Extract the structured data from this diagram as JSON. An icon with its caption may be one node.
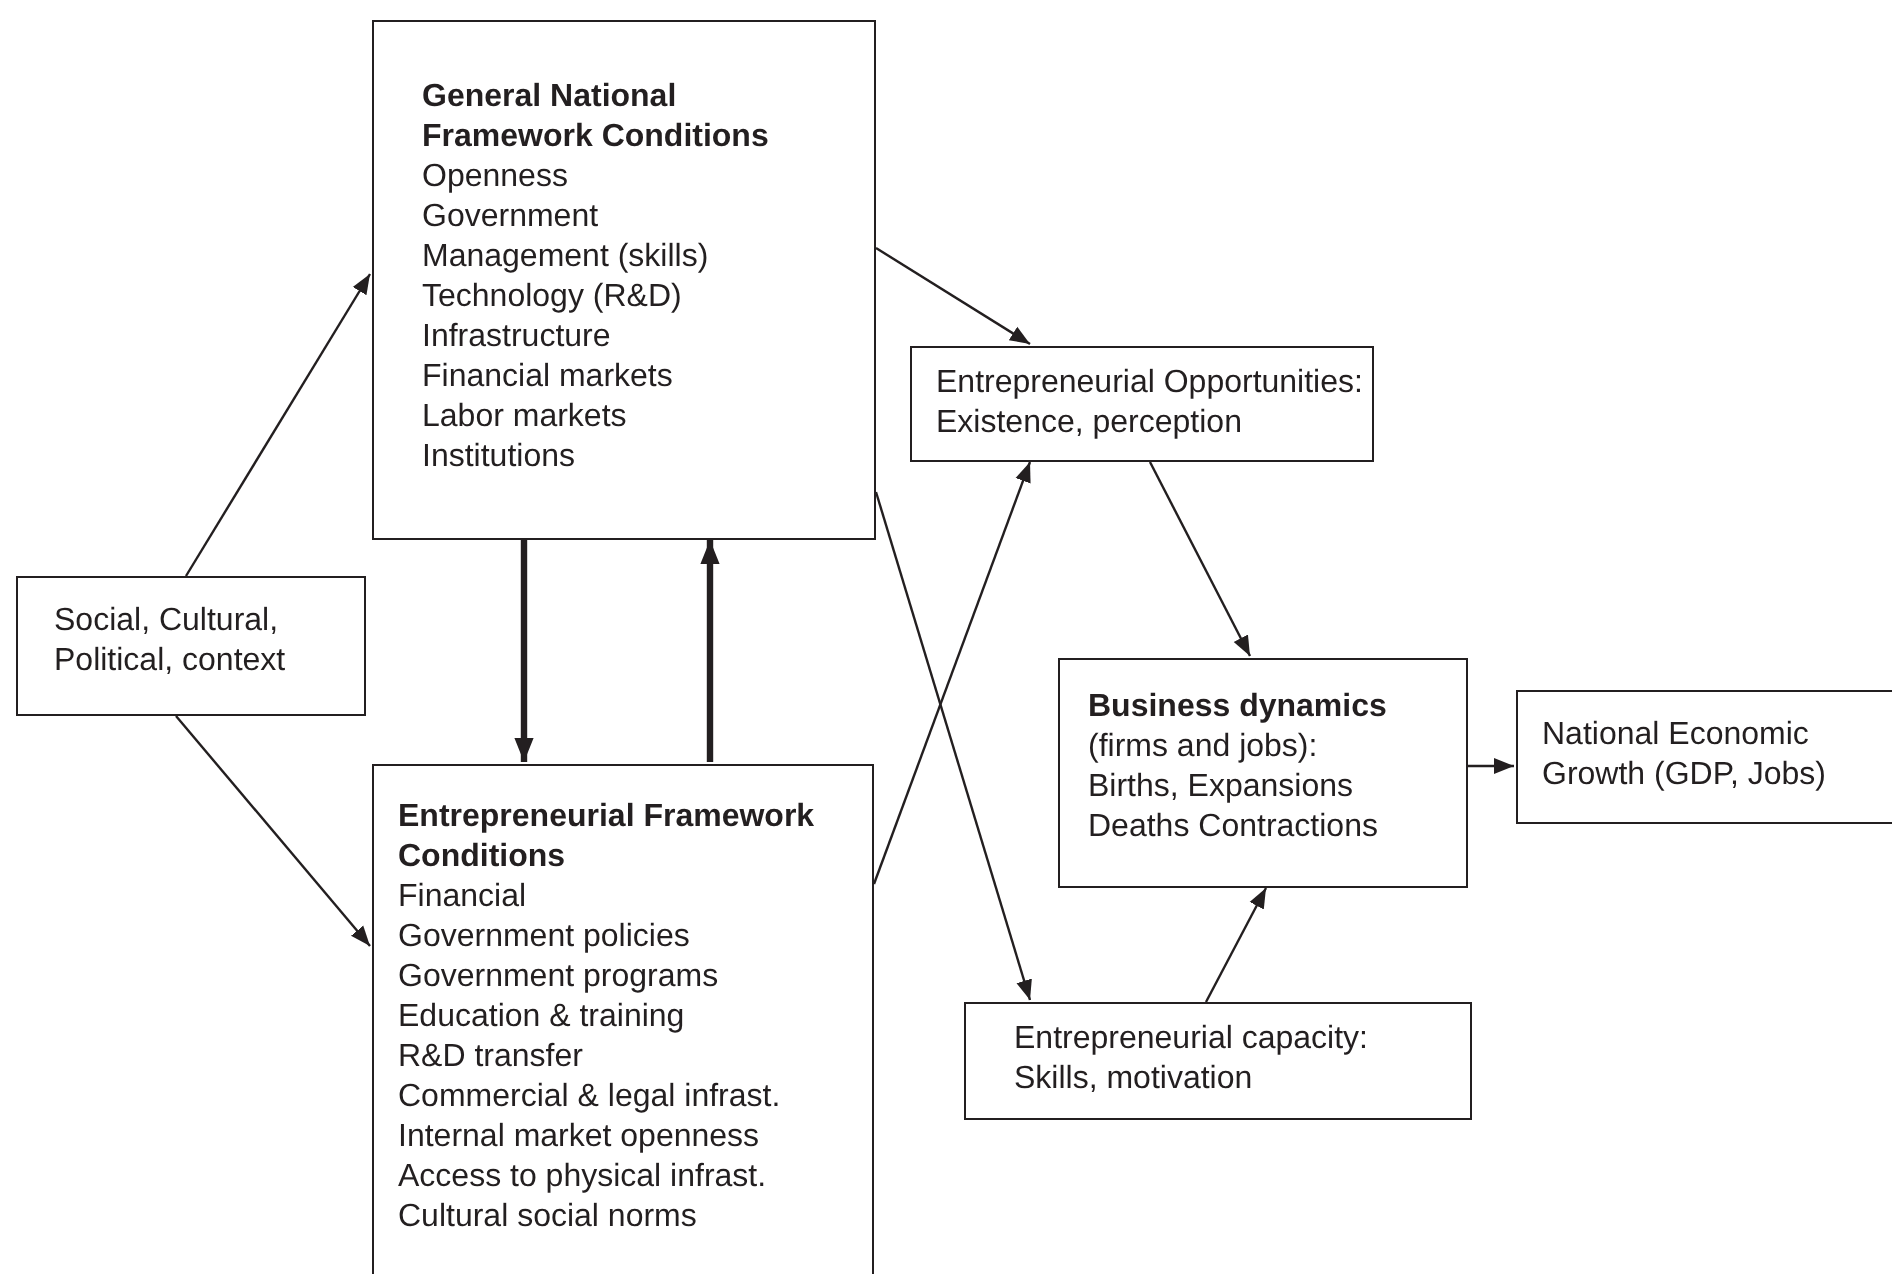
{
  "diagram": {
    "nodes": [
      {
        "text": [
          "Social, Cultural, Political, context"
        ]
      },
      {
        "text": [
          "General National Framework Conditions",
          "Openness",
          "Government",
          "Management (skills)",
          "Technology (R&D)",
          "Infrastructure",
          "Financial markets",
          "Labor markets",
          "Institutions"
        ]
      },
      {
        "text": [
          "Entrepreneurial Framework Conditions",
          "Financial",
          "Government policies",
          "Government programs",
          "Education & training",
          "R&D transfer",
          "Commercial & legal infrast.",
          "Internal market openness",
          "Access to physical infrast.",
          "Cultural social norms"
        ]
      },
      {
        "text": [
          "Entrepreneurial Opportunities: Existence, perception"
        ]
      },
      {
        "text": [
          "Business dynamics",
          "(firms and jobs):",
          "Births, Expansions",
          "Deaths Contractions"
        ]
      },
      {
        "text": [
          "National Economic Growth (GDP, Jobs)"
        ]
      },
      {
        "text": [
          "Entrepreneurial capacity: Skills, motivation"
        ]
      }
    ],
    "edges": [
      {
        "from": 0,
        "to": 1,
        "arrow": "to"
      },
      {
        "from": 0,
        "to": 2,
        "arrow": "to"
      },
      {
        "from": 1,
        "to": 2,
        "arrow": "to",
        "style": "thick"
      },
      {
        "from": 2,
        "to": 1,
        "arrow": "to",
        "style": "thick"
      },
      {
        "from": 1,
        "to": 3,
        "arrow": "to"
      },
      {
        "from": 1,
        "to": 6,
        "arrow": "to"
      },
      {
        "from": 2,
        "to": 3,
        "arrow": "to"
      },
      {
        "from": 3,
        "to": 4,
        "arrow": "to"
      },
      {
        "from": 6,
        "to": 4,
        "arrow": "to"
      },
      {
        "from": 4,
        "to": 5,
        "arrow": "to"
      }
    ]
  }
}
